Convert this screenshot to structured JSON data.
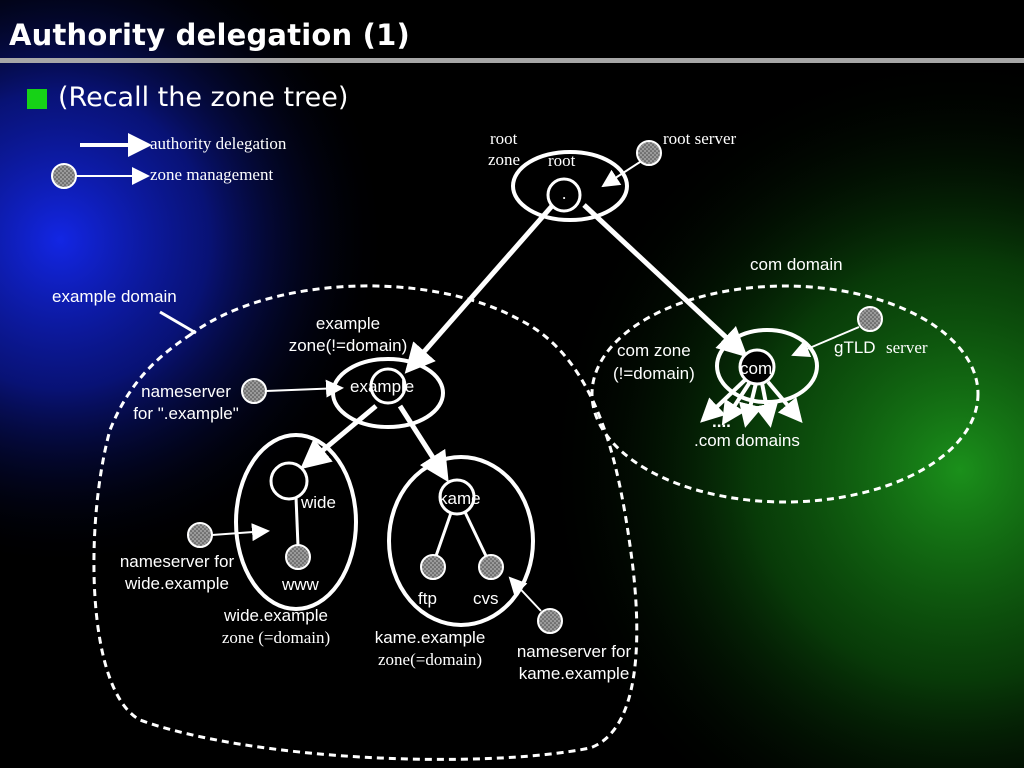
{
  "slide": {
    "title": "Authority delegation (1)",
    "bullet": "(Recall the zone tree)"
  },
  "colors": {
    "background": "#000000",
    "bullet": "#16d216",
    "title_rule": "#a7a7a7",
    "left_glow": "#1428f0",
    "right_glow": "#1ea01e",
    "foreground": "#ffffff",
    "server_fill": "#9a9a9a"
  },
  "legend": {
    "delegation": "authority delegation",
    "management": "zone management"
  },
  "labels": {
    "root_zone_1": "root",
    "root_zone_2": "zone",
    "root_node": "root",
    "root_dot": ".",
    "root_server": "root server",
    "com_domain": "com domain",
    "example_domain": "example domain",
    "example_zone_1": "example",
    "example_zone_2": "zone(!=domain)",
    "example_node": "example",
    "ns_example_1": "nameserver",
    "ns_example_2": "for \".example\"",
    "com_zone_1": "com zone",
    "com_zone_2": "(!=domain)",
    "com_node": "com",
    "gtld_1": "gTLD",
    "gtld_2": "server",
    "com_dots": "....",
    "com_domains": ".com domains",
    "wide_node": "wide",
    "www_node": "www",
    "ns_wide_1": "nameserver for",
    "ns_wide_2": "wide.example",
    "wide_zone_1": "wide.example",
    "wide_zone_2": "zone (=domain)",
    "kame_node": "kame",
    "ftp_node": "ftp",
    "cvs_node": "cvs",
    "kame_zone_1": "kame.example",
    "kame_zone_2": "zone(=domain)",
    "ns_kame_1": "nameserver for",
    "ns_kame_2": "kame.example"
  }
}
